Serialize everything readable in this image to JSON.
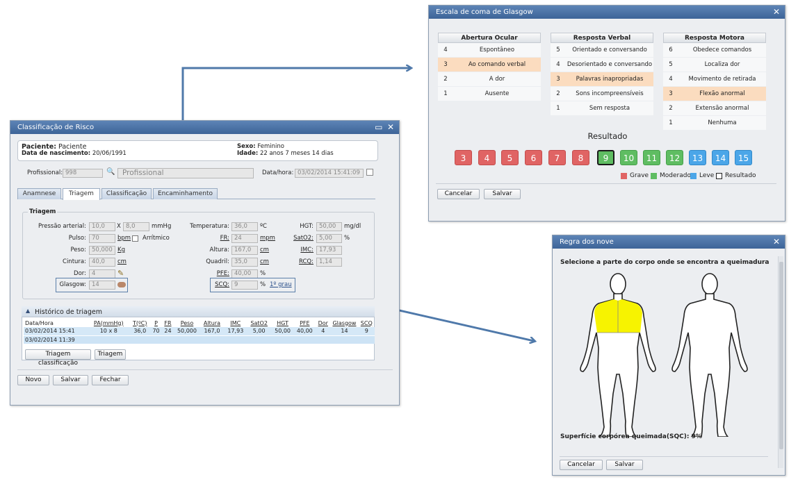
{
  "risk": {
    "title": "Classificação de Risco",
    "patient": {
      "paciente_label": "Paciente:",
      "paciente_value": "Paciente",
      "nasc_label": "Data de nascimento:",
      "nasc_value": "20/06/1991",
      "sexo_label": "Sexo:",
      "sexo_value": "Feminino",
      "idade_label": "Idade:",
      "idade_value": "22 anos 7 meses 14 dias"
    },
    "profissional_label": "Profissional:",
    "profissional_code": "998",
    "profissional_name": "Profissional",
    "datahora_label": "Data/hora:",
    "datahora_value": "03/02/2014 15:41:09",
    "tabs": [
      "Anamnese",
      "Triagem",
      "Classificação",
      "Encaminhamento"
    ],
    "section_title": "Triagem",
    "fields": {
      "pa_label": "Pressão arterial:",
      "pa_sys": "10,0",
      "pa_x": "X",
      "pa_dia": "8,0",
      "pa_unit": "mmHg",
      "pulso_label": "Pulso:",
      "pulso_value": "70",
      "pulso_unit": "bpm",
      "arritmico": "Arrítmico",
      "peso_label": "Peso:",
      "peso_value": "50,000",
      "peso_unit": "Kg",
      "cintura_label": "Cintura:",
      "cintura_value": "40,0",
      "cintura_unit": "cm",
      "dor_label": "Dor:",
      "dor_value": "4",
      "glasgow_label": "Glasgow:",
      "glasgow_value": "14",
      "temp_label": "Temperatura:",
      "temp_value": "36,0",
      "temp_unit": "ºC",
      "fr_label": "FR:",
      "fr_value": "24",
      "fr_unit": "mpm",
      "altura_label": "Altura:",
      "altura_value": "167,0",
      "altura_unit": "cm",
      "quadril_label": "Quadril:",
      "quadril_value": "35,0",
      "quadril_unit": "cm",
      "pfe_label": "PFE:",
      "pfe_value": "40,00",
      "pfe_unit": "%",
      "scq_label": "SCQ:",
      "scq_value": "9",
      "scq_unit": "%",
      "scq_link": "1º grau",
      "hgt_label": "HGT:",
      "hgt_value": "50,00",
      "hgt_unit": "mg/dl",
      "sato2_label": "SatO2:",
      "sato2_value": "5,00",
      "sato2_unit": "%",
      "imc_label": "IMC:",
      "imc_value": "17,93",
      "rcq_label": "RCQ:",
      "rcq_value": "1,14"
    },
    "history": {
      "title": "Histórico de triagem",
      "columns": [
        "Data/Hora",
        "PA(mmHg)",
        "T(ºC)",
        "P",
        "FR",
        "Peso",
        "Altura",
        "IMC",
        "SatO2",
        "HGT",
        "PFE",
        "Dor",
        "Glasgow",
        "SCQ"
      ],
      "rows": [
        [
          "03/02/2014 15:41",
          "10 x 8",
          "36,0",
          "70",
          "24",
          "50,000",
          "167,0",
          "17,93",
          "5,00",
          "50,00",
          "40,00",
          "4",
          "14",
          "9"
        ],
        [
          "03/02/2014 11:39",
          "",
          "",
          "",
          "",
          "",
          "",
          "",
          "",
          "",
          "",
          "",
          "",
          ""
        ]
      ],
      "btn_triagem_classificacao": "Triagem classificação",
      "btn_triagem": "Triagem"
    },
    "btn_novo": "Novo",
    "btn_salvar": "Salvar",
    "btn_fechar": "Fechar"
  },
  "glasgow": {
    "title": "Escala de coma de Glasgow",
    "columns": [
      {
        "header": "Abertura Ocular",
        "items": [
          {
            "n": "4",
            "t": "Espontâneo"
          },
          {
            "n": "3",
            "t": "Ao comando verbal"
          },
          {
            "n": "2",
            "t": "A dor"
          },
          {
            "n": "1",
            "t": "Ausente"
          }
        ]
      },
      {
        "header": "Resposta Verbal",
        "items": [
          {
            "n": "5",
            "t": "Orientado e conversando"
          },
          {
            "n": "4",
            "t": "Desorientado e conversando"
          },
          {
            "n": "3",
            "t": "Palavras inapropriadas"
          },
          {
            "n": "2",
            "t": "Sons incompreensíveis"
          },
          {
            "n": "1",
            "t": "Sem resposta"
          }
        ]
      },
      {
        "header": "Resposta Motora",
        "items": [
          {
            "n": "6",
            "t": "Obedece comandos"
          },
          {
            "n": "5",
            "t": "Localiza dor"
          },
          {
            "n": "4",
            "t": "Movimento de retirada"
          },
          {
            "n": "3",
            "t": "Flexão anormal"
          },
          {
            "n": "2",
            "t": "Extensão anormal"
          },
          {
            "n": "1",
            "t": "Nenhuma"
          }
        ]
      }
    ],
    "selected": [
      "3",
      "3",
      "3"
    ],
    "result_label": "Resultado",
    "scores": [
      "3",
      "4",
      "5",
      "6",
      "7",
      "8",
      "9",
      "10",
      "11",
      "12",
      "13",
      "14",
      "15"
    ],
    "current_score": "9",
    "legend": {
      "grave": "Grave",
      "moderado": "Moderado",
      "leve": "Leve",
      "resultado": "Resultado"
    },
    "colors": {
      "grave": "#e06464",
      "moderado": "#5fbd62",
      "leve": "#4ba6e8",
      "selected_row": "#fbdcbf"
    },
    "btn_cancelar": "Cancelar",
    "btn_salvar": "Salvar"
  },
  "nove": {
    "title": "Regra dos nove",
    "instruction": "Selecione a parte do corpo onde se encontra a queimadura",
    "result": "Superfície corpórea queimada(SQC): 9%",
    "highlight_color": "#f7f300",
    "btn_cancelar": "Cancelar",
    "btn_salvar": "Salvar"
  }
}
